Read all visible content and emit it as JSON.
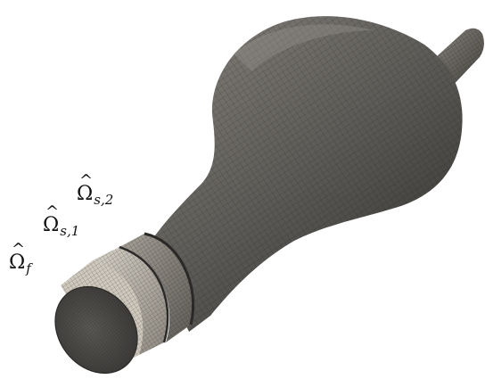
{
  "labels": [
    {
      "id": "omega-s2",
      "symbol": "Ω",
      "hat": "^",
      "subscript": "s,2"
    },
    {
      "id": "omega-s1",
      "symbol": "Ω",
      "hat": "^",
      "subscript": "s,1"
    },
    {
      "id": "omega-f",
      "symbol": "Ω",
      "hat": "^",
      "subscript": "f"
    }
  ],
  "colors": {
    "vessel_wall": "#6a6864",
    "vessel_wall_dark": "#3e3c39",
    "solid_layer_1": "#b9b3a8",
    "solid_layer_2": "#8f8b84",
    "fluid_core_face": "#c7c1b6",
    "inner_face": "#4e4c49",
    "grid_line": "#1c1b1a"
  }
}
